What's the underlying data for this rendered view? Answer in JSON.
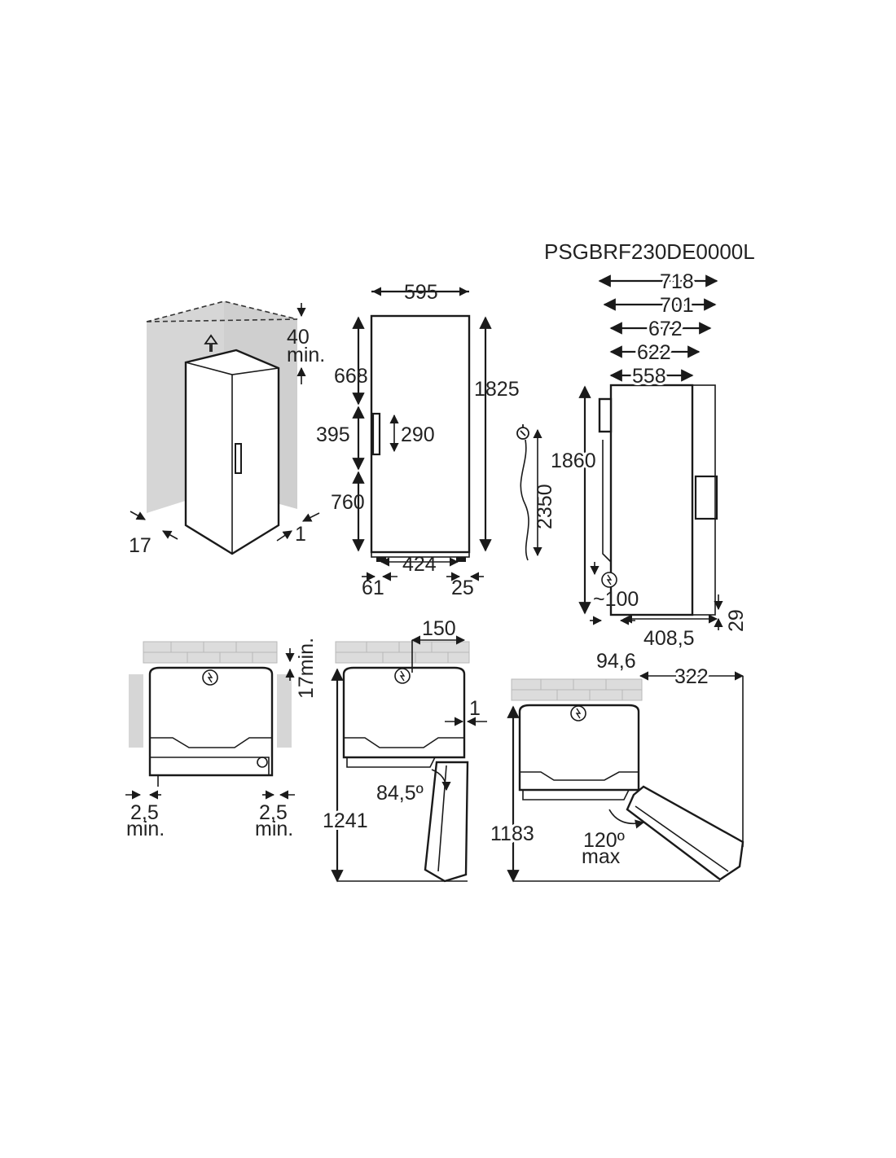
{
  "title": "PSGBRF230DE0000L",
  "labels": {
    "clearance_top": "40",
    "clearance_top_min": "min.",
    "clearance_left": "17",
    "clearance_right": "1",
    "width": "595",
    "height": "1825",
    "upper_section": "668",
    "handle_zone": "395",
    "handle_length": "290",
    "lower_section": "760",
    "feet_spacing": "424",
    "foot_left": "61",
    "foot_right": "25",
    "cable_length": "2350",
    "depth_718": "718",
    "depth_701": "701",
    "depth_672": "672",
    "depth_622": "622",
    "depth_558": "558",
    "side_height": "1860",
    "plug_offset": "~100",
    "foot_height": "29",
    "rear_foot": "94,6",
    "foot_depth": "408,5",
    "top_view_gap": "17min.",
    "side_gap_left": "2,5",
    "side_gap_left_min": "min.",
    "side_gap_right": "2,5",
    "side_gap_right_min": "min.",
    "hinge_offset": "150",
    "door_gap": "1",
    "open_angle_1": "84,5º",
    "depth_open_1": "1241",
    "door_overhang": "322",
    "open_angle_2": "120º",
    "open_angle_2_max": "max",
    "depth_open_2": "1183"
  },
  "icons": {
    "plug": "power-plug-icon",
    "plug_top_view": "plug-symbol-icon",
    "arrow_up": "airflow-arrow-icon"
  }
}
